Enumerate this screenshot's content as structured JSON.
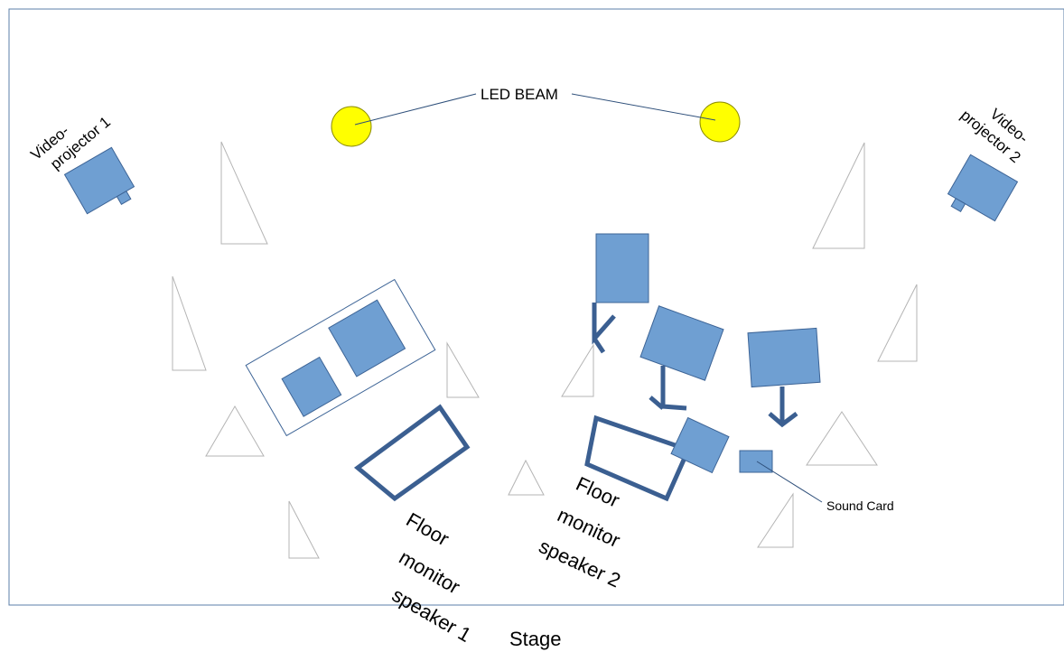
{
  "colors": {
    "box_fill": "#6f9fd2",
    "box_stroke": "#3d6496",
    "dark_stroke": "#3b5f91",
    "led_fill": "#ffff00",
    "line_color": "#2e4f7a",
    "frame": "#5b7fa8"
  },
  "labels": {
    "led_beam": "LED BEAM",
    "projector1_line1": "Video-",
    "projector1_line2": "projector 1",
    "projector2_line1": "Video-",
    "projector2_line2": "projector 2",
    "floor1_line1": "Floor",
    "floor1_line2": "monitor",
    "floor1_line3": "speaker 1",
    "floor2_line1": "Floor",
    "floor2_line2": "monitor",
    "floor2_line3": "speaker 2",
    "sound_card": "Sound Card",
    "stage": "Stage"
  },
  "icons": {
    "led": "led-beam-light",
    "projector": "video-projector",
    "mic_stand": "mic-stand-triangle",
    "monitor": "floor-monitor-wedge"
  }
}
